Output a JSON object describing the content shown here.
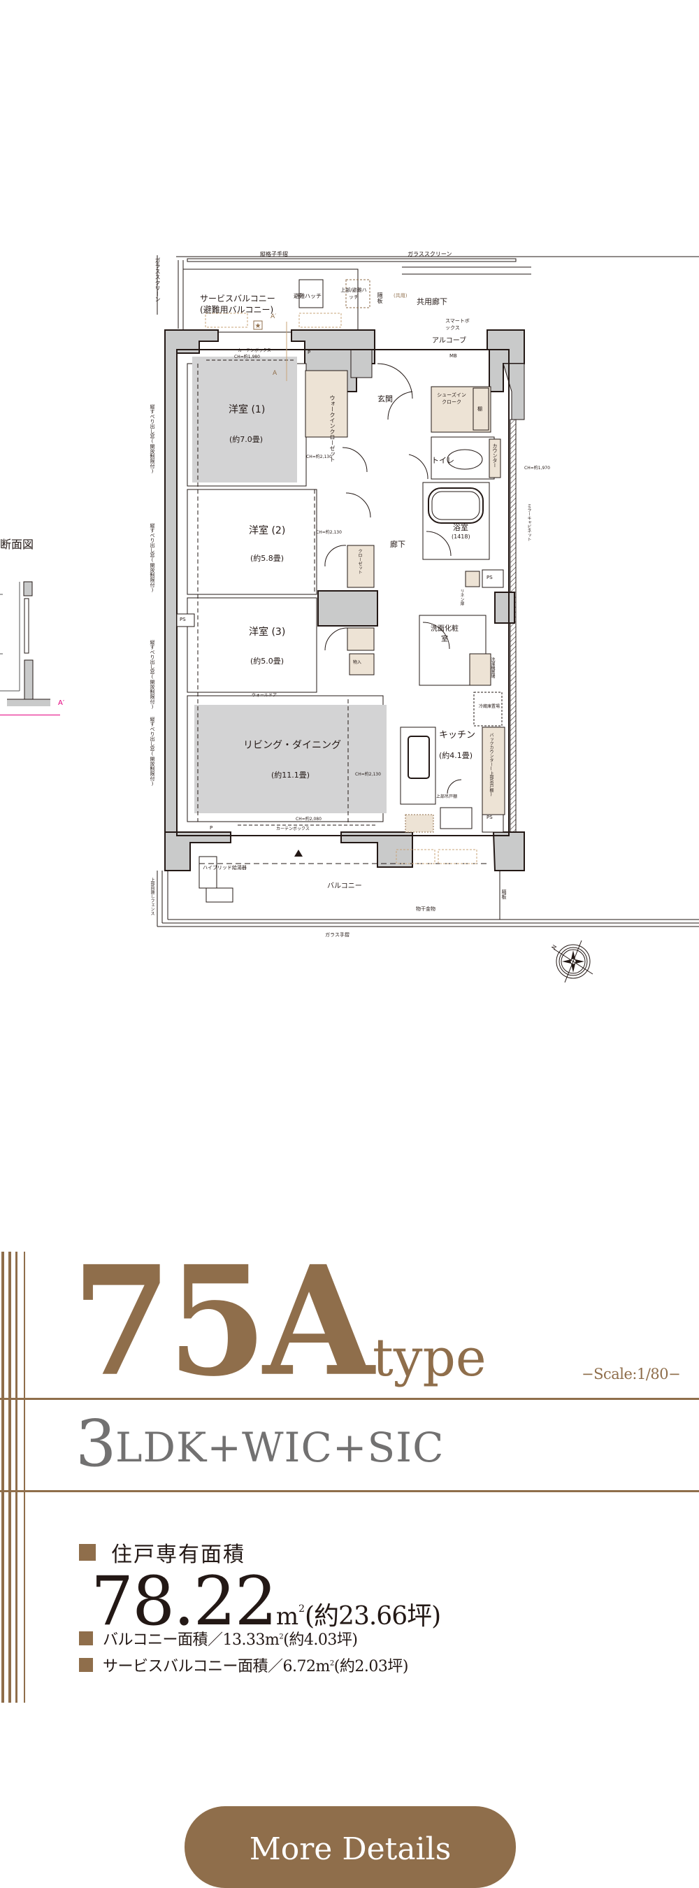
{
  "section_view": {
    "title": "断面図",
    "marker": "A′"
  },
  "floor_plan": {
    "top_labels": {
      "railing": "縦格子手摺",
      "glass_screen_top": "ガラススクリーン",
      "glass_screen_left": "ガラススクリーン",
      "service_balcony": "サービスバルコニー",
      "service_balcony_sub": "(避難用バルコニー)",
      "escape_hatch": "避難ハッチ",
      "upper_escape_hatch": "上部/避難ハッチ",
      "partition_top": "隔板",
      "shared_mark": "(共用)",
      "shared_corridor": "共用廊下",
      "smart_box": "スマートボックス",
      "alcove": "アルコーブ",
      "mb": "MB",
      "section_a_prime": "A′",
      "section_a": "A"
    },
    "rooms": [
      {
        "name": "洋室 (1)",
        "size": "(約7.0畳)"
      },
      {
        "name": "洋室 (2)",
        "size": "(約5.8畳)"
      },
      {
        "name": "洋室 (3)",
        "size": "(約5.0畳)"
      },
      {
        "name": "リビング・ダイニング",
        "size": "(約11.1畳)"
      },
      {
        "name": "キッチン",
        "size": "(約4.1畳)"
      },
      {
        "name": "浴室",
        "size": "(1418)"
      },
      {
        "name": "洗面化粧室",
        "size": ""
      },
      {
        "name": "トイレ",
        "size": ""
      },
      {
        "name": "玄関",
        "size": ""
      },
      {
        "name": "廊下",
        "size": ""
      }
    ],
    "storage": {
      "wic": "ウォークインクローゼット",
      "sic": "シューズインクローク",
      "shelf": "棚",
      "counter": "カウンター",
      "closet": "クローゼット",
      "storage": "物入",
      "linen": "リネン扉",
      "washer": "洗濯機置場",
      "fridge": "冷蔵庫置場",
      "back_counter": "バックカウンター(上部吊戸棚)",
      "upper_cabinet": "上部吊戸棚",
      "mirror_cabinet": "ミラーキャビネット",
      "wall_door": "ウォールドア",
      "curtain_box": "カーテンボックス",
      "ps": "PS",
      "p": "P"
    },
    "ceiling_heights": {
      "ch_1980": "CH=約1,980",
      "ch_2130": "CH=約2,130",
      "ch_1970": "CH=約1,970",
      "ch_2080": "CH=約2,080"
    },
    "window_note": "縦すべり出し窓(開放制限付)",
    "bottom_labels": {
      "water_heater": "ハイブリッド給湯器",
      "balcony": "バルコニー",
      "partition": "隔板",
      "clothes_hanger": "物干金物",
      "glass_railing": "ガラス手摺",
      "upper_fence": "上部目隠しフェンス"
    },
    "compass": "N"
  },
  "unit": {
    "type_code": "75A",
    "type_suffix": "type",
    "scale": "−Scale:1/80−",
    "layout_num": "3",
    "layout_rest": "LDK+WIC+SIC"
  },
  "areas": {
    "main_label": "住戸専有面積",
    "main_value": "78.22",
    "main_unit": "m",
    "main_sup": "2",
    "main_tsubo": "(約23.66坪)",
    "balcony_label": "バルコニー面積／13.33m",
    "balcony_tsubo": "(約4.03坪)",
    "service_label": "サービスバルコニー面積／6.72m",
    "service_tsubo": "(約2.03坪)",
    "sup": "2"
  },
  "cta": {
    "label": "More Details"
  },
  "colors": {
    "accent": "#8f6e4b",
    "layout_gray": "#727171",
    "text": "#231815",
    "wall_gray": "#c9caca",
    "room_gray": "#d3d3d4",
    "storage_beige": "#ede3d5"
  }
}
